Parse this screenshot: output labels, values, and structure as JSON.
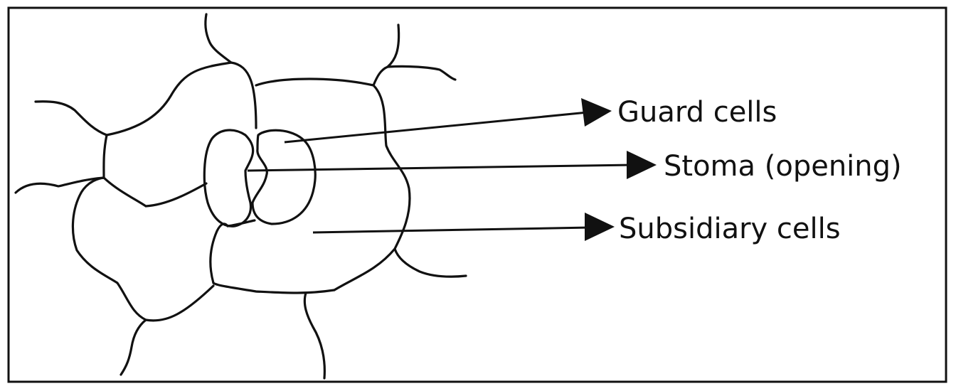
{
  "labels": {
    "guard": "Guard cells",
    "stoma": "Stoma (opening)",
    "subsidiary": "Subsidiary cells"
  },
  "colors": {
    "line": "#111111",
    "background": "#ffffff"
  }
}
